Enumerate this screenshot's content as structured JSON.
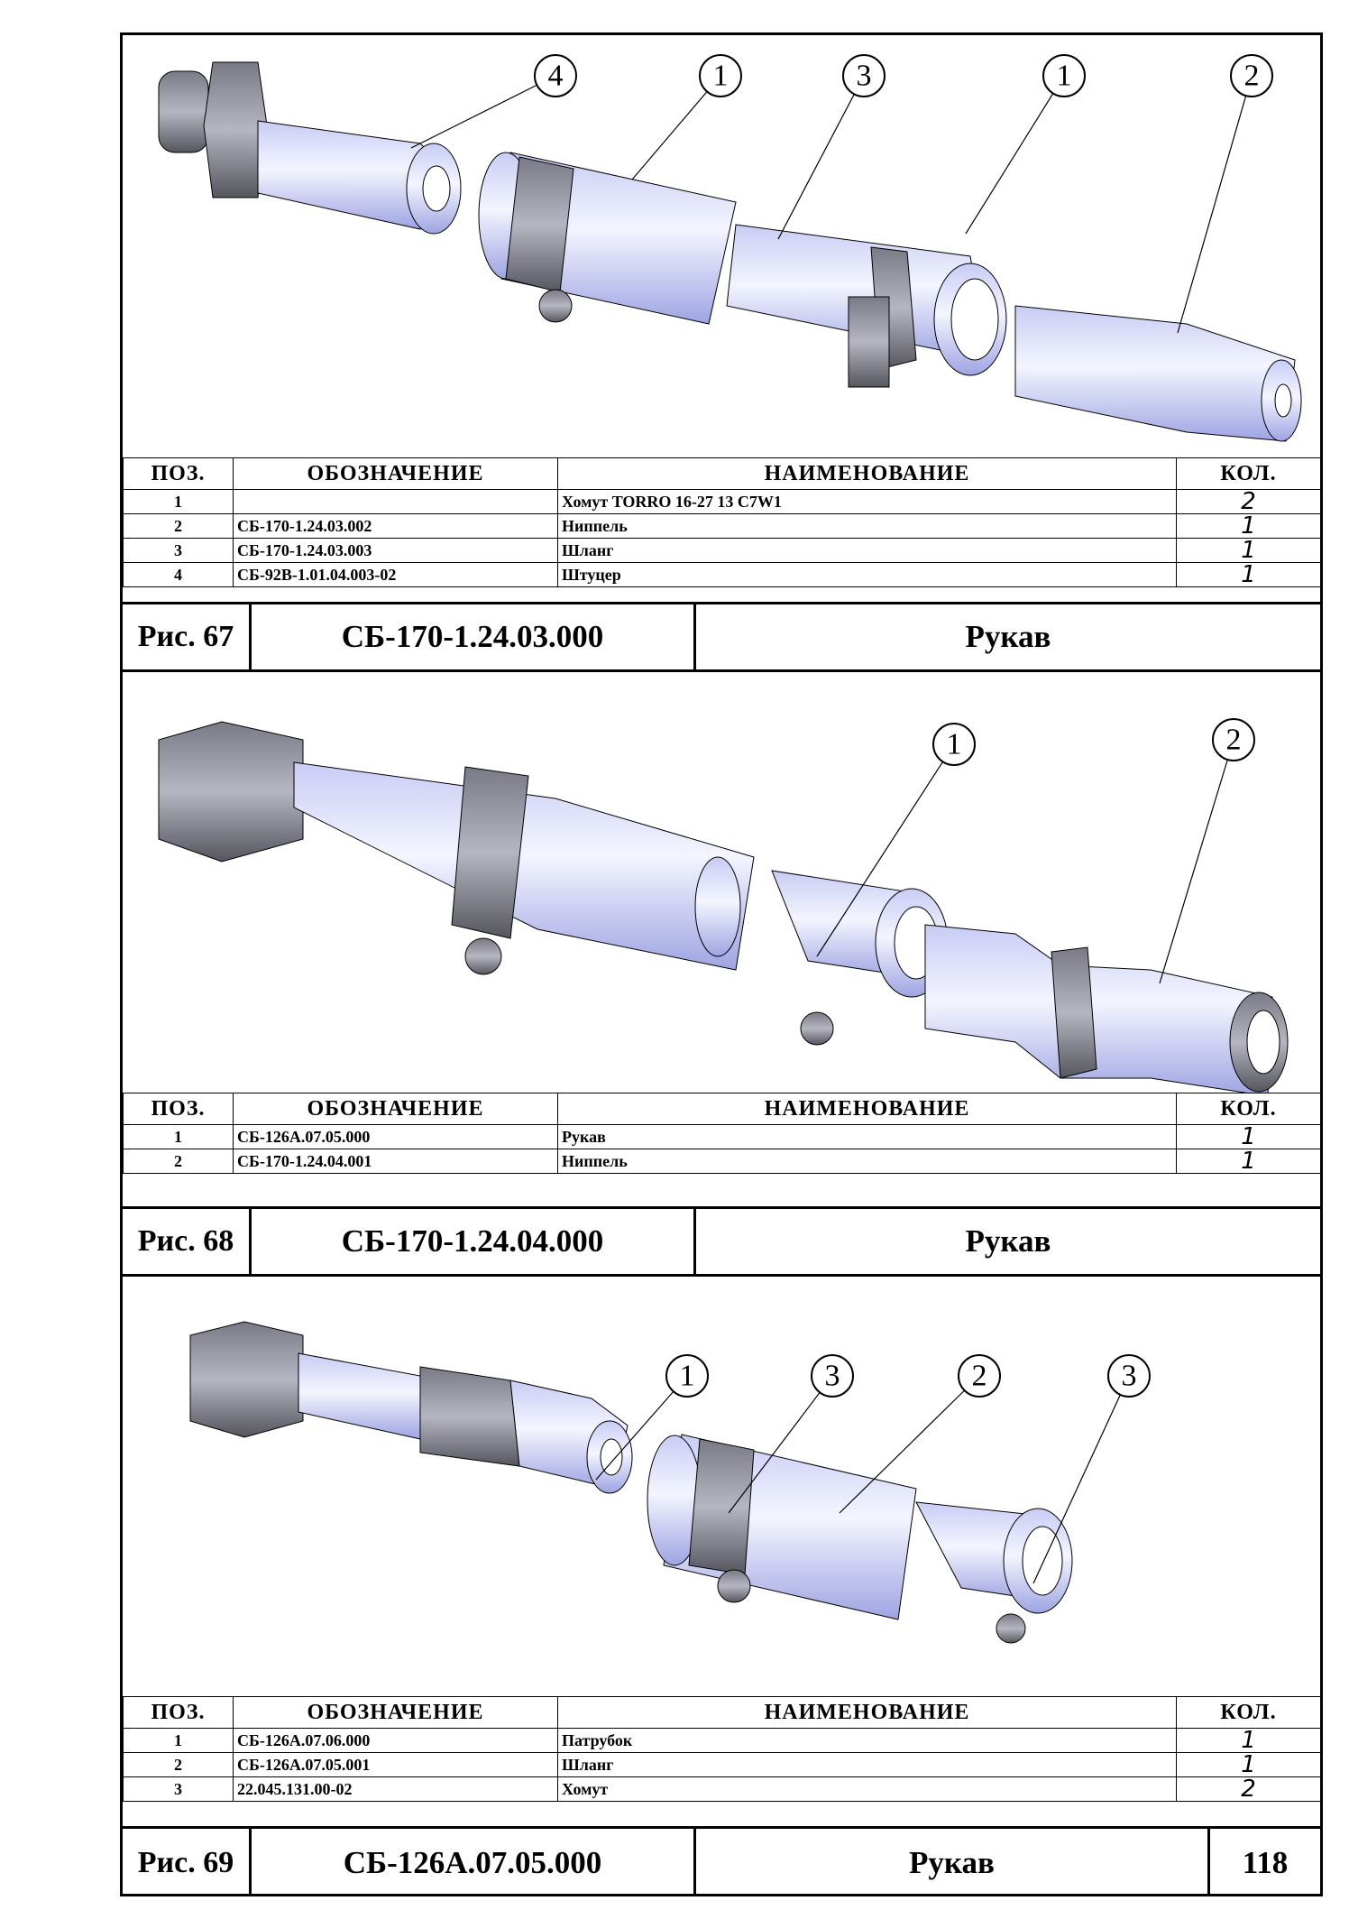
{
  "headers": {
    "pos": "ПОЗ.",
    "code": "ОБОЗНАЧЕНИЕ",
    "name": "НАИМЕНОВАНИЕ",
    "qty": "КОЛ."
  },
  "figures": [
    {
      "fig": "Рис. 67",
      "code": "СБ-170-1.24.03.000",
      "name": "Рукав",
      "callouts": [
        "4",
        "1",
        "3",
        "1",
        "2"
      ],
      "rows": [
        {
          "pos": "1",
          "code": "",
          "name": "Хомут TORRO 16-27 13 C7W1",
          "qty": "2"
        },
        {
          "pos": "2",
          "code": "СБ-170-1.24.03.002",
          "name": "Ниппель",
          "qty": "1"
        },
        {
          "pos": "3",
          "code": "СБ-170-1.24.03.003",
          "name": "Шланг",
          "qty": "1"
        },
        {
          "pos": "4",
          "code": "СБ-92В-1.01.04.003-02",
          "name": "Штуцер",
          "qty": "1"
        }
      ]
    },
    {
      "fig": "Рис. 68",
      "code": "СБ-170-1.24.04.000",
      "name": "Рукав",
      "callouts": [
        "1",
        "2"
      ],
      "rows": [
        {
          "pos": "1",
          "code": "СБ-126А.07.05.000",
          "name": "Рукав",
          "qty": "1"
        },
        {
          "pos": "2",
          "code": "СБ-170-1.24.04.001",
          "name": "Ниппель",
          "qty": "1"
        }
      ]
    },
    {
      "fig": "Рис. 69",
      "code": "СБ-126А.07.05.000",
      "name": "Рукав",
      "page": "118",
      "callouts": [
        "1",
        "3",
        "2",
        "3"
      ],
      "rows": [
        {
          "pos": "1",
          "code": "СБ-126А.07.06.000",
          "name": "Патрубок",
          "qty": "1"
        },
        {
          "pos": "2",
          "code": "СБ-126А.07.05.001",
          "name": "Шланг",
          "qty": "1"
        },
        {
          "pos": "3",
          "code": "22.045.131.00-02",
          "name": "Хомут",
          "qty": "2"
        }
      ]
    }
  ]
}
